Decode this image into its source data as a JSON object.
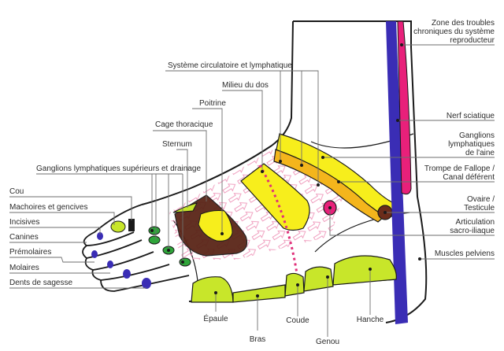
{
  "diagram": {
    "title": "Foot reflexology chart (medial side)",
    "language": "fr",
    "colors": {
      "sciatic_nerve": "#3a2db5",
      "reproductive_zone": "#e8207a",
      "yellow_zone": "#f7ee1c",
      "orange_zone": "#f4b51c",
      "lime_zone": "#c8e62a",
      "brown_zone": "#5a2518",
      "green_points": "#2fa53a",
      "teeth_points": "#3a2db5",
      "arrows": "#f0a0c0",
      "dotted_line": "#e0307a"
    },
    "labels": {
      "zone_troubles": [
        "Zone des troubles",
        "chroniques du système",
        "reproducteur"
      ],
      "nerf_sciatique": "Nerf sciatique",
      "ganglions_aine": [
        "Ganglions",
        "lymphatiques",
        "de l'aine"
      ],
      "trompe": [
        "Trompe de Fallope /",
        "Canal déférent"
      ],
      "ovaire": [
        "Ovaire /",
        "Testicule"
      ],
      "articulation": [
        "Articulation",
        "sacro-iliaque"
      ],
      "muscles_pelviens": "Muscles pelviens",
      "systeme_circulatoire": "Système circulatoire et lymphatique",
      "milieu_dos": "Milieu du dos",
      "poitrine": "Poitrine",
      "cage_thoracique": "Cage thoracique",
      "sternum": "Sternum",
      "ganglions_sup": "Ganglions lymphatiques supérieurs et drainage",
      "cou": "Cou",
      "machoires": "Machoires et gencives",
      "incisives": "Incisives",
      "canines": "Canines",
      "premolaires": "Prémolaires",
      "molaires": "Molaires",
      "dents_sagesse": "Dents de sagesse",
      "epaule": "Épaule",
      "bras": "Bras",
      "coude": "Coude",
      "genou": "Genou",
      "hanche": "Hanche"
    }
  }
}
